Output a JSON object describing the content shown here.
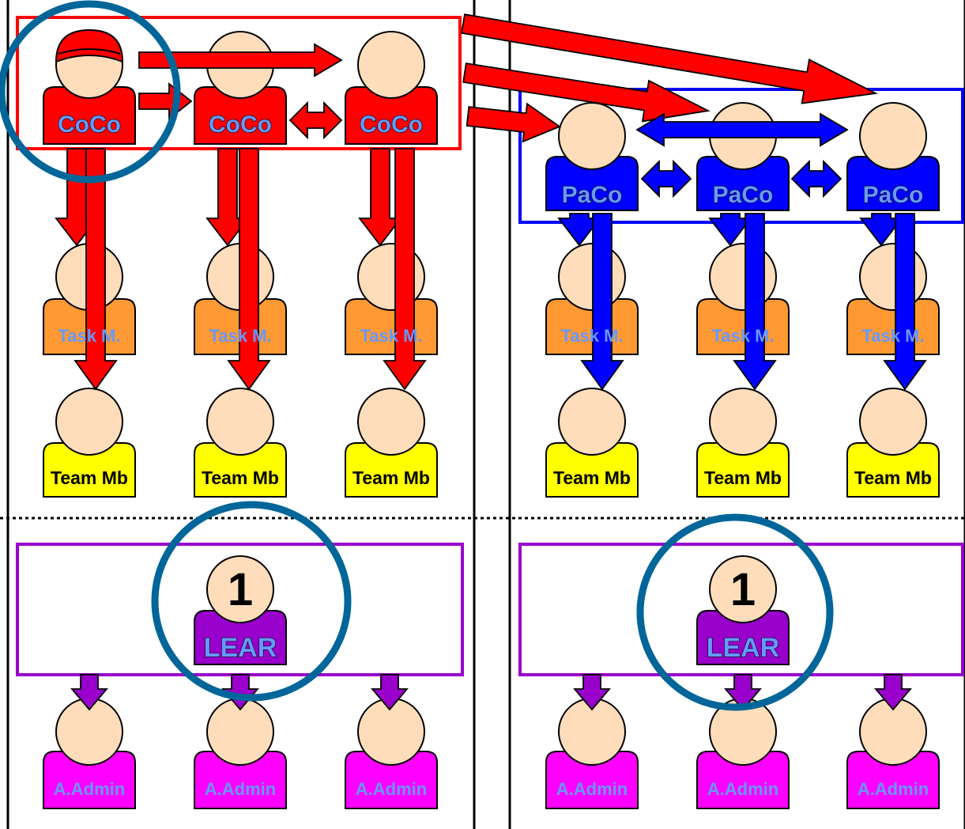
{
  "colors": {
    "coco_red": "#ff0000",
    "paco_blue": "#0000ff",
    "task_orange": "#ff9933",
    "team_yellow": "#ffff00",
    "admin_magenta": "#ff00ff",
    "lear_purple": "#9900cc",
    "skin": "#ffddbb",
    "label_blue": "#6699ff",
    "highlight_teal": "#006699"
  },
  "left_panel": {
    "coordinators": [
      "CoCo",
      "CoCo",
      "CoCo"
    ],
    "task_managers": [
      "Task M.",
      "Task M.",
      "Task M."
    ],
    "team_members": [
      "Team Mb",
      "Team Mb",
      "Team Mb"
    ],
    "lear": {
      "number": "1",
      "label": "LEAR"
    },
    "admins": [
      "A.Admin",
      "A.Admin",
      "A.Admin"
    ]
  },
  "right_panel": {
    "coordinators": [
      "PaCo",
      "PaCo",
      "PaCo"
    ],
    "task_managers": [
      "Task M.",
      "Task M.",
      "Task M."
    ],
    "team_members": [
      "Team Mb",
      "Team Mb",
      "Team Mb"
    ],
    "lear": {
      "number": "1",
      "label": "LEAR"
    },
    "admins": [
      "A.Admin",
      "A.Admin",
      "A.Admin"
    ]
  }
}
